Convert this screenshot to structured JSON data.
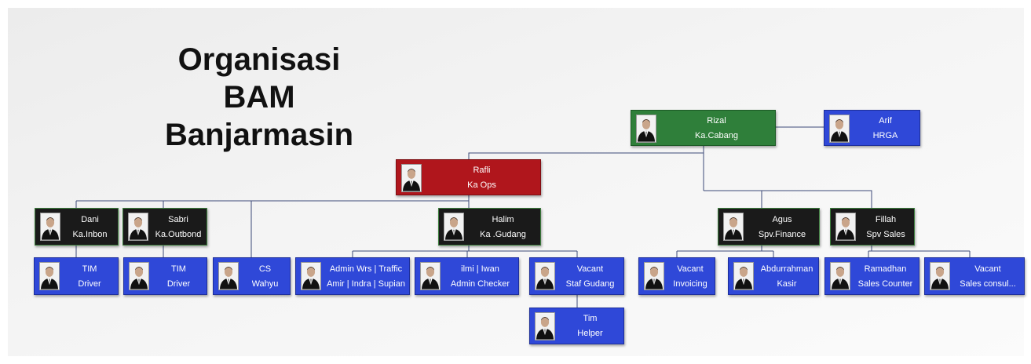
{
  "title": {
    "line1": "Organisasi",
    "line2": "BAM",
    "line3": "Banjarmasin"
  },
  "icons": {
    "person": "person-photo-icon"
  },
  "colors": {
    "green": "#2f7f3a",
    "red": "#b0161c",
    "dark": "#1a1a1a",
    "blue": "#2f48d8"
  },
  "nodes": {
    "rizal": {
      "name": "Rizal",
      "role": "Ka.Cabang"
    },
    "arif": {
      "name": "Arif",
      "role": "HRGA"
    },
    "rafli": {
      "name": "Rafli",
      "role": "Ka Ops"
    },
    "dani": {
      "name": "Dani",
      "role": "Ka.Inbon"
    },
    "sabri": {
      "name": "Sabri",
      "role": "Ka.Outbond"
    },
    "halim": {
      "name": "Halim",
      "role": "Ka .Gudang"
    },
    "agus": {
      "name": "Agus",
      "role": "Spv.Finance"
    },
    "fillah": {
      "name": "Fillah",
      "role": "Spv Sales"
    },
    "tim_driver_1": {
      "name": "TIM",
      "role": "Driver"
    },
    "tim_driver_2": {
      "name": "TIM",
      "role": "Driver"
    },
    "cs": {
      "name": "CS",
      "role": "Wahyu"
    },
    "admin_wrs": {
      "name": "Admin Wrs | Traffic",
      "role": "Amir | Indra | Supian"
    },
    "ilmi": {
      "name": "ilmi | Iwan",
      "role": "Admin Checker"
    },
    "vacant_gudang": {
      "name": "Vacant",
      "role": "Staf Gudang"
    },
    "tim_helper": {
      "name": "Tim",
      "role": "Helper"
    },
    "vacant_invoicing": {
      "name": "Vacant",
      "role": "Invoicing"
    },
    "abdurrahman": {
      "name": "Abdurrahman",
      "role": "Kasir"
    },
    "ramadhan": {
      "name": "Ramadhan",
      "role": "Sales Counter"
    },
    "vacant_sales": {
      "name": "Vacant",
      "role": "Sales consul..."
    }
  }
}
